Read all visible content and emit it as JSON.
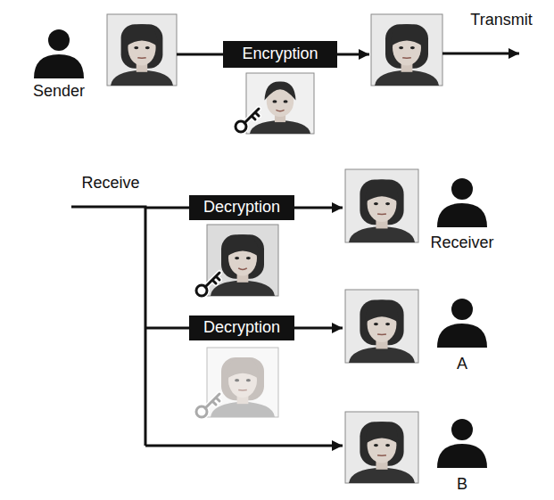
{
  "diagram": {
    "nodes": [
      {
        "text": [
          "Encryption"
        ]
      },
      {
        "text": [
          "Decryption"
        ]
      },
      {
        "text": [
          "Decryption"
        ]
      }
    ],
    "labels": [
      "Sender",
      "Transmit",
      "Receive",
      "Receiver",
      "A",
      "B"
    ]
  }
}
